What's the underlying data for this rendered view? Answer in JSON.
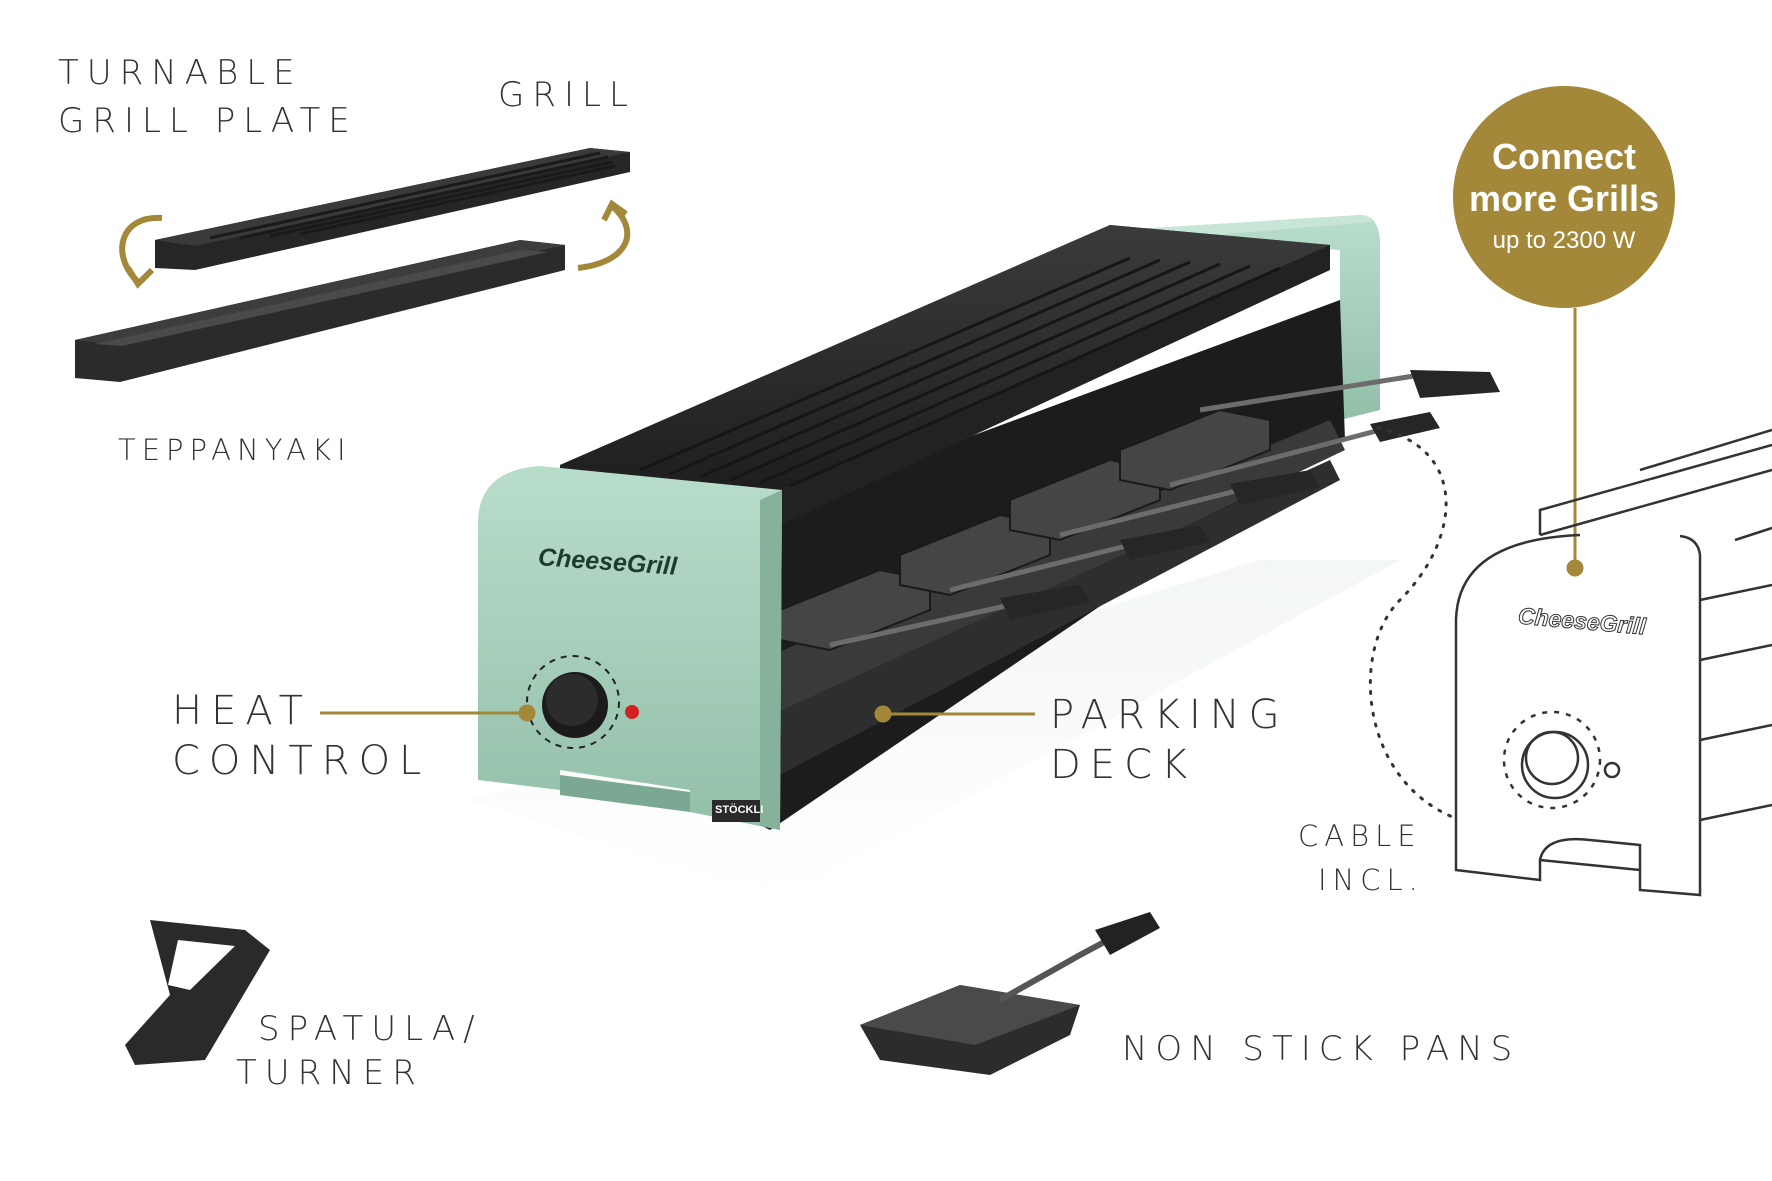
{
  "labels": {
    "turnable_plate": [
      "TURNABLE",
      "GRILL PLATE"
    ],
    "grill": "GRILL",
    "teppanyaki": "TEPPANYAKI",
    "heat_control": [
      "HEAT",
      "CONTROL"
    ],
    "parking_deck": [
      "PARKING",
      "DECK"
    ],
    "cable": [
      "CABLE",
      "INCL."
    ],
    "spatula": [
      "SPATULA/",
      "TURNER"
    ],
    "pans": "NON STICK PANS"
  },
  "badge": {
    "line1": "Connect",
    "line2": "more Grills",
    "line3": "up to 2300 W"
  },
  "branding": {
    "logo": "CheeseGrill",
    "maker": "STÖCKLI",
    "outline_logo": "CheeseGrill"
  },
  "icons": [
    "rotate-arrow-icon",
    "rotate-arrow-icon"
  ],
  "colors": {
    "mint_body": "#a9d1bf",
    "gold_accent": "#a3883a",
    "plate_black": "#2a2a2a",
    "text": "#333333"
  }
}
